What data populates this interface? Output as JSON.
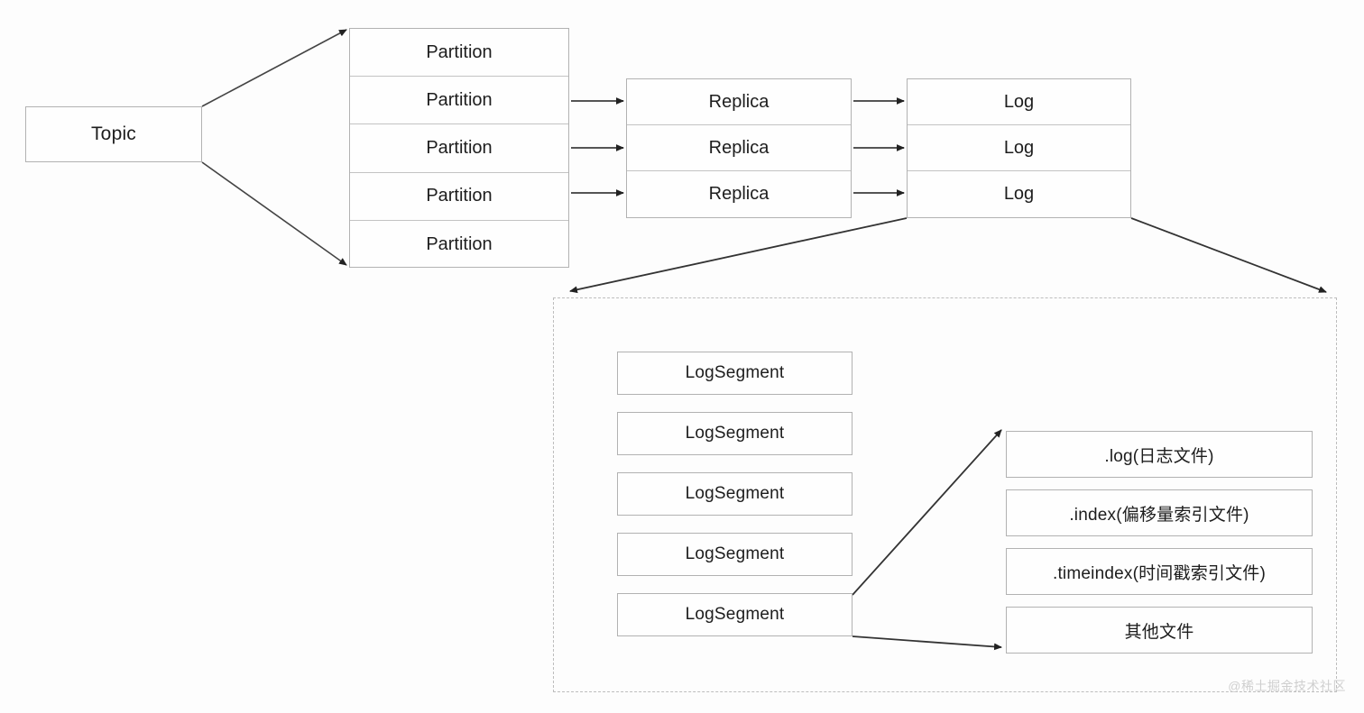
{
  "diagram": {
    "title": "Kafka Topic storage hierarchy",
    "colors": {
      "background": "#fdfdfd",
      "box_border": "#b2b2b2",
      "inner_divider": "#c3c3c3",
      "line": "#333333",
      "dashed_border": "#bdbdbd",
      "text": "#1d1d1d",
      "watermark": "#cfcfcf"
    }
  },
  "topic": {
    "label": "Topic"
  },
  "partitions": {
    "items": [
      {
        "label": "Partition"
      },
      {
        "label": "Partition"
      },
      {
        "label": "Partition"
      },
      {
        "label": "Partition"
      },
      {
        "label": "Partition"
      }
    ]
  },
  "replicas": {
    "items": [
      {
        "label": "Replica"
      },
      {
        "label": "Replica"
      },
      {
        "label": "Replica"
      }
    ]
  },
  "logs": {
    "items": [
      {
        "label": "Log"
      },
      {
        "label": "Log"
      },
      {
        "label": "Log"
      }
    ]
  },
  "log_segments": {
    "items": [
      {
        "label": "LogSegment"
      },
      {
        "label": "LogSegment"
      },
      {
        "label": "LogSegment"
      },
      {
        "label": "LogSegment"
      },
      {
        "label": "LogSegment"
      }
    ]
  },
  "segment_files": {
    "items": [
      {
        "label": ".log(日志文件)"
      },
      {
        "label": ".index(偏移量索引文件)"
      },
      {
        "label": ".timeindex(时间戳索引文件)"
      },
      {
        "label": "其他文件"
      }
    ]
  },
  "watermark": {
    "label": "@稀土掘金技术社区"
  }
}
